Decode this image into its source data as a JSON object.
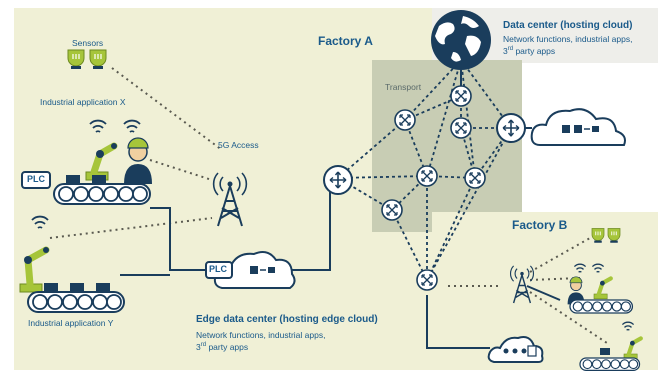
{
  "factory_a": {
    "title": "Factory A"
  },
  "factory_b": {
    "title": "Factory B"
  },
  "sensors": {
    "label": "Sensors"
  },
  "industrial_app_x": {
    "label": "Industrial application X"
  },
  "industrial_app_y": {
    "label": "Industrial application Y"
  },
  "access_5g": {
    "label": "5G Access"
  },
  "transport": {
    "label": "Transport"
  },
  "data_center": {
    "title": "Data center (hosting cloud)",
    "desc_line1": "Network functions, industrial apps,",
    "desc_ord": "3",
    "desc_sup": "rd",
    "desc_rest": " party apps"
  },
  "edge_data_center": {
    "title": "Edge data center (hosting edge cloud)",
    "desc_line1": "Network functions, industrial apps,",
    "desc_ord": "3",
    "desc_sup": "rd",
    "desc_rest": " party apps"
  },
  "plc": {
    "label": "PLC"
  },
  "colors": {
    "factory_bg": "#f0f0d6",
    "transport_bg": "#c8cdb4",
    "accent_green": "#a6c53a",
    "navy": "#1a3d5c",
    "label_blue": "#1a5a8a"
  },
  "icons": [
    "router-icon",
    "globe-icon",
    "cloud-icon",
    "tower-icon",
    "robot-arm-icon",
    "worker-icon",
    "sensor-icon",
    "conveyor-icon",
    "wifi-icon"
  ]
}
